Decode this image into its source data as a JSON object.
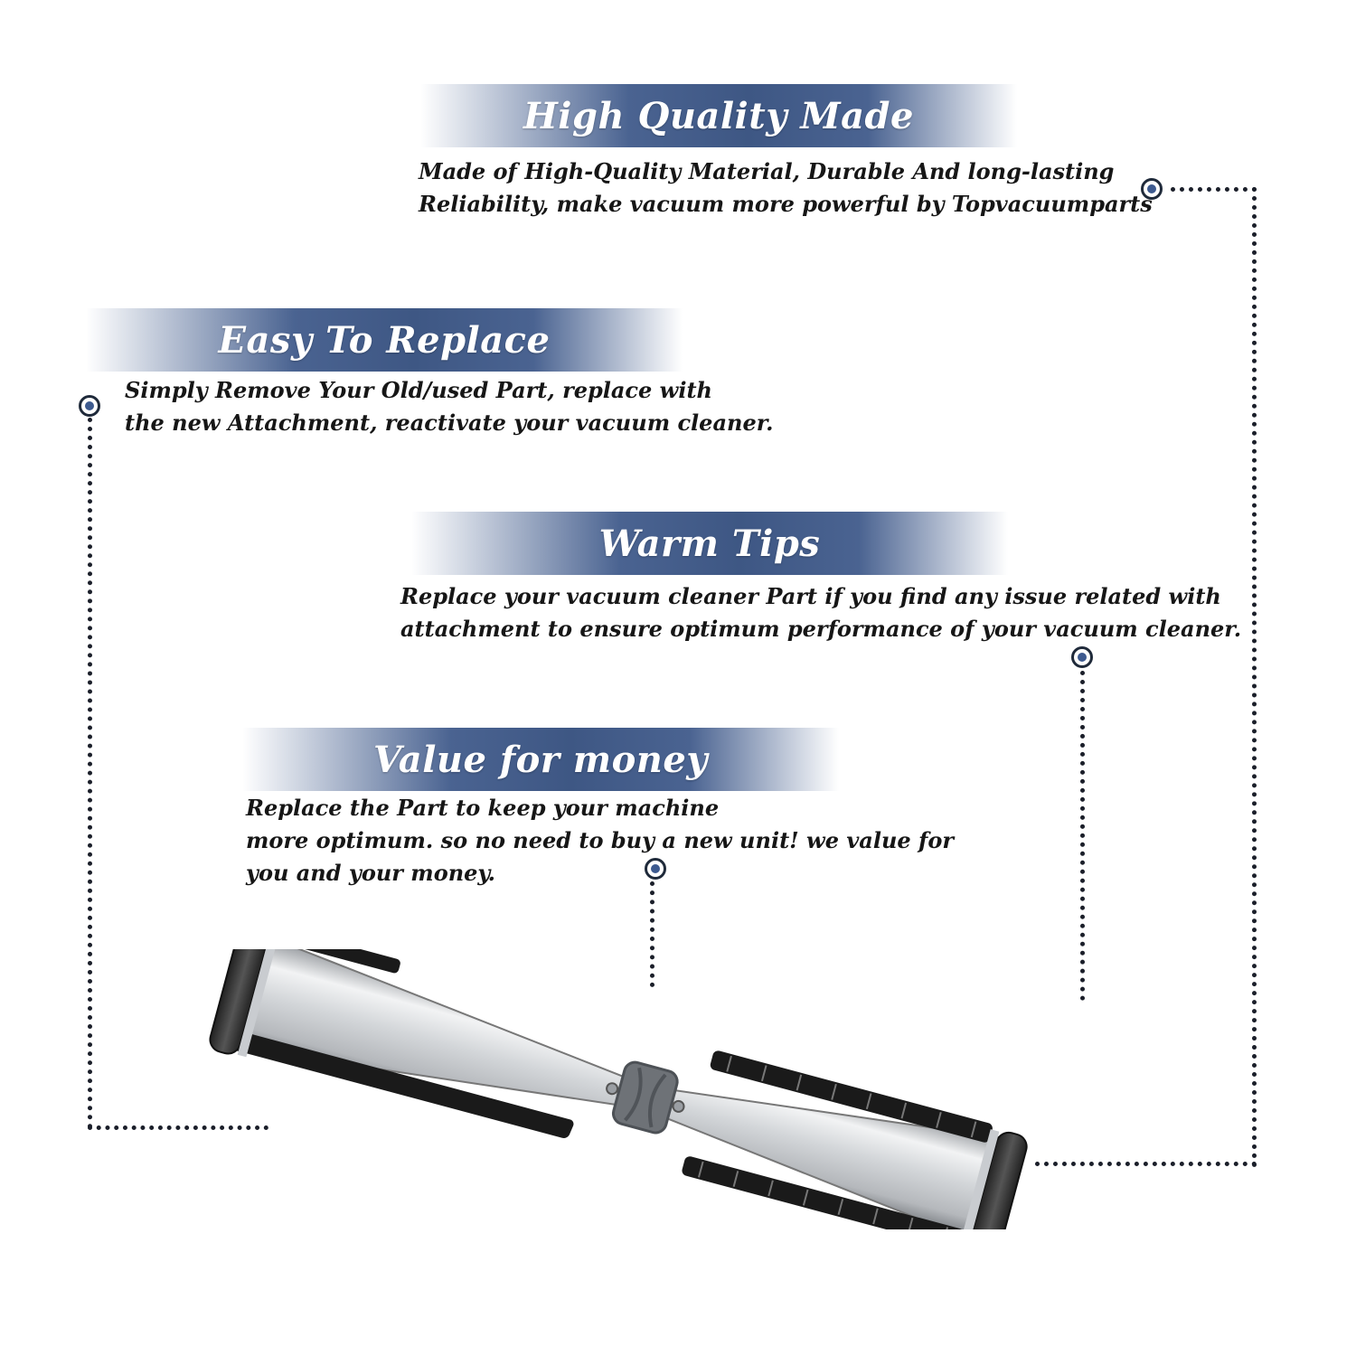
{
  "colors": {
    "banner_accent": "#3e5784",
    "marker_fill": "#3d5a8f",
    "text": "#161616",
    "dots": "#1b1f2a"
  },
  "sections": {
    "high_quality": {
      "title": "High Quality Made",
      "line1": "Made of  High-Quality Material, Durable And long-lasting",
      "line2": "Reliability, make vacuum more powerful by Topvacuumparts"
    },
    "easy_replace": {
      "title": "Easy To Replace",
      "line1": "Simply Remove Your Old/used Part, replace with",
      "line2": "the new Attachment, reactivate your vacuum cleaner."
    },
    "warm_tips": {
      "title": "Warm Tips",
      "line1": "Replace your vacuum cleaner Part if you find any issue related with",
      "line2": " attachment to ensure optimum performance of your vacuum cleaner."
    },
    "value_money": {
      "title": "Value for money",
      "line1": "Replace the Part to keep your machine",
      "line2": "more optimum. so no need to buy a new unit! we value for",
      "line3": "you and your money."
    }
  },
  "icons": {
    "marker": "target-dot-icon",
    "product": "vacuum-brush-roll"
  }
}
